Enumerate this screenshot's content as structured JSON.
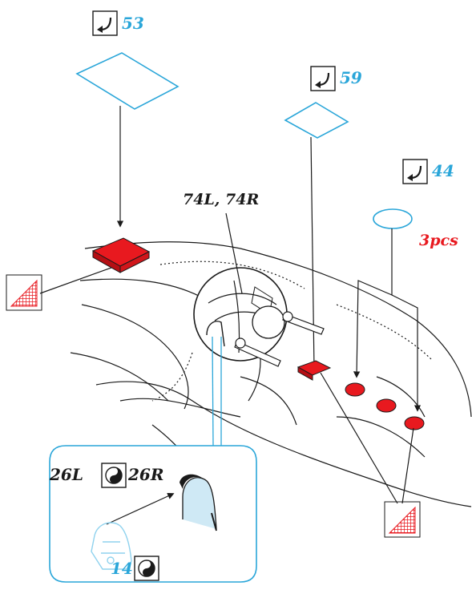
{
  "colors": {
    "line": "#1a1a1a",
    "decal_blue": "#2aa6d9",
    "paint_red": "#e8191f",
    "detail_blue": "#8fd2ee",
    "glass": "#cfe9f5"
  },
  "callouts": {
    "decal_53": "53",
    "decal_59": "59",
    "decal_44": "44",
    "turret_parts": "74L, 74R",
    "quantity": "3pcs",
    "inset_part_left": "26L",
    "inset_part_right": "26R",
    "inset_part_14": "14"
  },
  "icons": {
    "decal_apply": "curved-arrow-icon",
    "glue": "yin-yang-icon",
    "paint_pattern": "red-grid-swatch-icon"
  }
}
